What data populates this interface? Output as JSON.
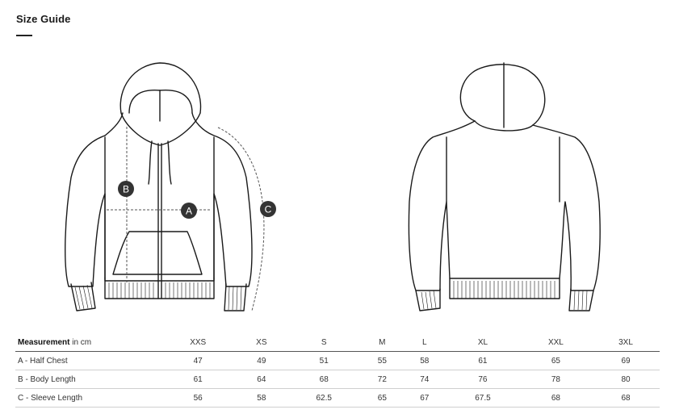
{
  "page": {
    "title": "Size Guide"
  },
  "illustration": {
    "labels": {
      "a": "A",
      "b": "B",
      "c": "C"
    }
  },
  "table": {
    "header_label_bold": "Measurement",
    "header_label_unit": " in cm",
    "sizes": [
      "XXS",
      "XS",
      "S",
      "M",
      "L",
      "XL",
      "XXL",
      "3XL"
    ],
    "rows": [
      {
        "label": "A - Half Chest",
        "values": [
          "47",
          "49",
          "51",
          "55",
          "58",
          "61",
          "65",
          "69"
        ]
      },
      {
        "label": "B - Body Length",
        "values": [
          "61",
          "64",
          "68",
          "72",
          "74",
          "76",
          "78",
          "80"
        ]
      },
      {
        "label": "C - Sleeve Length",
        "values": [
          "56",
          "58",
          "62.5",
          "65",
          "67",
          "67.5",
          "68",
          "68"
        ]
      }
    ]
  },
  "colors": {
    "outline": "#1a1a1a",
    "marker": "#333333",
    "divider": "#cfcfcf"
  }
}
